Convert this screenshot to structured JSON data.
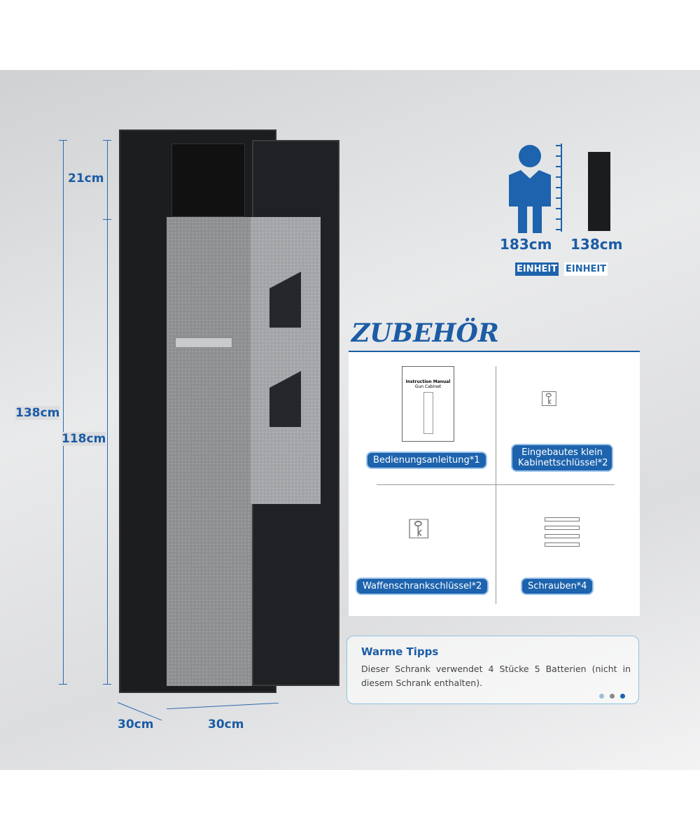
{
  "dimensions": {
    "top_section": "21cm",
    "total_height": "138cm",
    "inner_height": "118cm",
    "depth": "30cm",
    "width": "30cm"
  },
  "comparison": {
    "person_height": "183cm",
    "cabinet_height": "138cm",
    "unit_label_1": "EINHEIT",
    "unit_label_2": "EINHEIT"
  },
  "accessories": {
    "title": "ZUBEHÖR",
    "items": [
      {
        "label": "Bedienungsanleitung*1"
      },
      {
        "label": "Eingebautes klein Kabinettschlüssel*2"
      },
      {
        "label": "Waffenschrankschlüssel*2"
      },
      {
        "label": "Schrauben*4"
      }
    ],
    "manual_title": "Instruction Manual",
    "manual_subtitle": "Gun Cabinet"
  },
  "tips": {
    "title": "Warme Tipps",
    "text": "Dieser Schrank verwendet 4 Stücke 5 Batterien (nicht in diesem Schrank enthalten)."
  },
  "colors": {
    "accent": "#1b5ca5"
  }
}
